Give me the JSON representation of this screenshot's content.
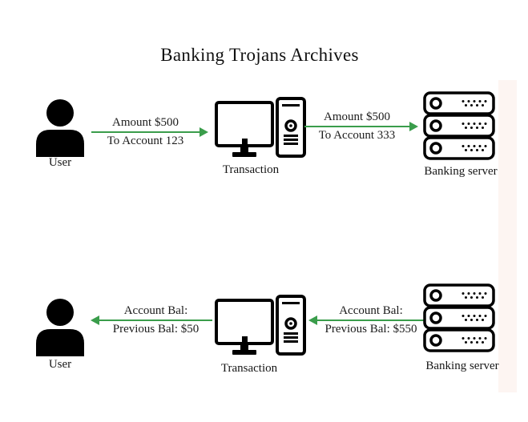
{
  "title": "Banking Trojans Archives",
  "colors": {
    "background": "#ffffff",
    "ink": "#000000",
    "text": "#1c1c1c",
    "arrow_green": "#3a9d4b",
    "right_strip": "#fdf5f2"
  },
  "icons": {
    "user": "user-person-icon",
    "transaction": "desktop-computer-icon",
    "server": "server-rack-icon",
    "arrow_right": "arrow-right-icon",
    "arrow_left": "arrow-left-icon"
  },
  "rows": [
    {
      "user_label": "User",
      "transaction_label": "Transaction",
      "server_label": "Banking server",
      "arrow1": {
        "direction": "right",
        "from": "User",
        "to": "Transaction",
        "line1": "Amount $500",
        "line2": "To Account 123"
      },
      "arrow2": {
        "direction": "right",
        "from": "Transaction",
        "to": "Banking server",
        "line1": "Amount $500",
        "line2": "To Account 333"
      }
    },
    {
      "user_label": "User",
      "transaction_label": "Transaction",
      "server_label": "Banking server",
      "arrow1": {
        "direction": "left",
        "from": "Transaction",
        "to": "User",
        "line1": "Account Bal:",
        "line2": "Previous Bal: $50"
      },
      "arrow2": {
        "direction": "left",
        "from": "Banking server",
        "to": "Transaction",
        "line1": "Account Bal:",
        "line2": "Previous Bal: $550"
      }
    }
  ]
}
